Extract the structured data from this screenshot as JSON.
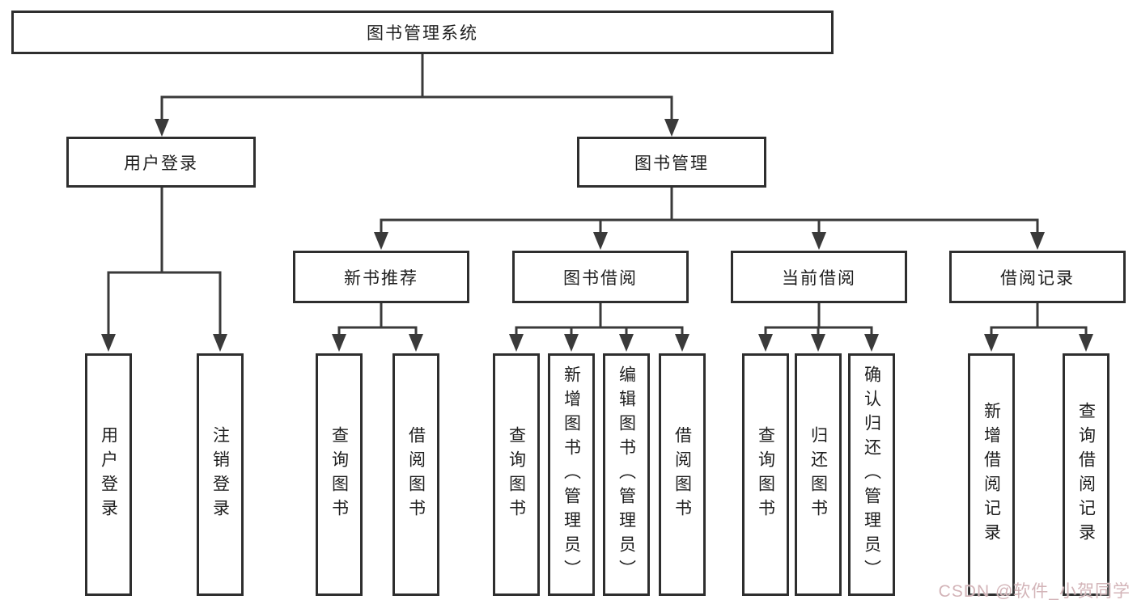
{
  "diagram": {
    "root": {
      "label": "图书管理系统"
    },
    "branches": [
      {
        "label": "用户登录",
        "children": [
          {
            "label": "用户登录"
          },
          {
            "label": "注销登录"
          }
        ]
      },
      {
        "label": "图书管理",
        "children": [
          {
            "label": "新书推荐",
            "children": [
              {
                "label": "查询图书"
              },
              {
                "label": "借阅图书"
              }
            ]
          },
          {
            "label": "图书借阅",
            "children": [
              {
                "label": "查询图书"
              },
              {
                "label": "新增图书（管理员）"
              },
              {
                "label": "编辑图书（管理员）"
              },
              {
                "label": "借阅图书"
              }
            ]
          },
          {
            "label": "当前借阅",
            "children": [
              {
                "label": "查询图书"
              },
              {
                "label": "归还图书"
              },
              {
                "label": "确认归还（管理员）"
              }
            ]
          },
          {
            "label": "借阅记录",
            "children": [
              {
                "label": "新增借阅记录"
              },
              {
                "label": "查询借阅记录"
              }
            ]
          }
        ]
      }
    ],
    "watermark": "CSDN @软件_小贺同学",
    "colors": {
      "line": "#3a3a3a",
      "box_border": "#2e2e2e",
      "box_fill": "#ffffff",
      "text": "#1e1e1e",
      "watermark": "#d3b4b8",
      "background": "#ffffff"
    }
  }
}
